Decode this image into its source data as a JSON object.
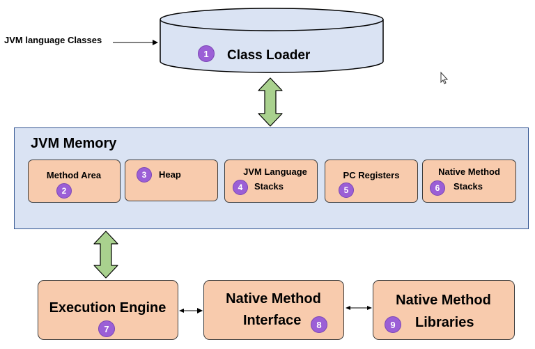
{
  "input": {
    "label": "JVM language Classes"
  },
  "class_loader": {
    "badge": "1",
    "label": "Class Loader"
  },
  "memory": {
    "title": "JVM Memory",
    "areas": [
      {
        "badge": "2",
        "label": "Method Area"
      },
      {
        "badge": "3",
        "label": "Heap"
      },
      {
        "badge": "4",
        "label_line1": "JVM Language",
        "label_line2": "Stacks"
      },
      {
        "badge": "5",
        "label": "PC Registers"
      },
      {
        "badge": "6",
        "label_line1": "Native Method",
        "label_line2": "Stacks"
      }
    ]
  },
  "components": {
    "execution_engine": {
      "badge": "7",
      "label": "Execution Engine"
    },
    "native_interface": {
      "badge": "8",
      "label_line1": "Native Method",
      "label_line2": "Interface"
    },
    "native_libraries": {
      "badge": "9",
      "label_line1": "Native Method",
      "label_line2": "Libraries"
    }
  },
  "colors": {
    "component_fill": "#f8cbad",
    "memory_fill": "#dae3f3",
    "cylinder_fill": "#dae3f3",
    "badge_fill": "#9b5fd6",
    "arrow_fill": "#a9d18e"
  }
}
